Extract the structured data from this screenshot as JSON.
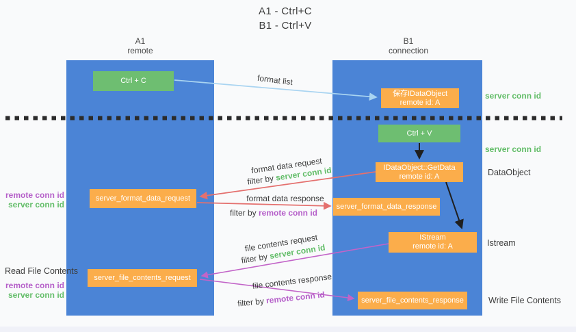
{
  "title": {
    "line1": "A1 - Ctrl+C",
    "line2": "B1 - Ctrl+V"
  },
  "columns": {
    "left": {
      "header_line1": "A1",
      "header_line2": "remote"
    },
    "right": {
      "header_line1": "B1",
      "header_line2": "connection"
    }
  },
  "nodes": {
    "ctrl_c": "Ctrl + C",
    "ctrl_v": "Ctrl + V",
    "save_idataobject": {
      "line1": "保存IDataObject",
      "line2": "remote id: A"
    },
    "getdata": {
      "line1": "IDataObject::GetData",
      "line2": "remote id: A"
    },
    "istream": {
      "line1": "IStream",
      "line2": "remote id: A"
    },
    "format_request": "server_format_data_request",
    "format_response": "server_format_data_response",
    "file_request": "server_file_contents_request",
    "file_response": "server_file_contents_response"
  },
  "side_labels": {
    "server_conn_id": "server conn id",
    "remote_conn_id": "remote conn id",
    "dataobject": "DataObject",
    "istream": "Istream",
    "read_file_contents": "Read File Contents",
    "write_file_contents": "Write File Contents"
  },
  "arrow_labels": {
    "format_list": "format list",
    "format_data_request": "format data request",
    "format_data_response": "format data response",
    "file_contents_request": "file contents request",
    "file_contents_response": "file contents response",
    "filter_prefix": "filter by ",
    "server_conn_id": "server conn id",
    "remote_conn_id": "remote conn id"
  },
  "colors": {
    "background": "#f9fafb",
    "column_blue": "#4b84d6",
    "node_green": "#6ebe71",
    "node_orange": "#fbad4b",
    "arrow_lightblue": "#a9d4f1",
    "arrow_black": "#1f1f1f",
    "arrow_salmon": "#e4706e",
    "arrow_orchid": "#c264c8",
    "text_green": "#62bd68",
    "text_purple": "#b55fc9",
    "text_dark": "#3d3d3d",
    "dotted_line": "#2b2b2b",
    "footer_band": "#f0f1f8"
  }
}
